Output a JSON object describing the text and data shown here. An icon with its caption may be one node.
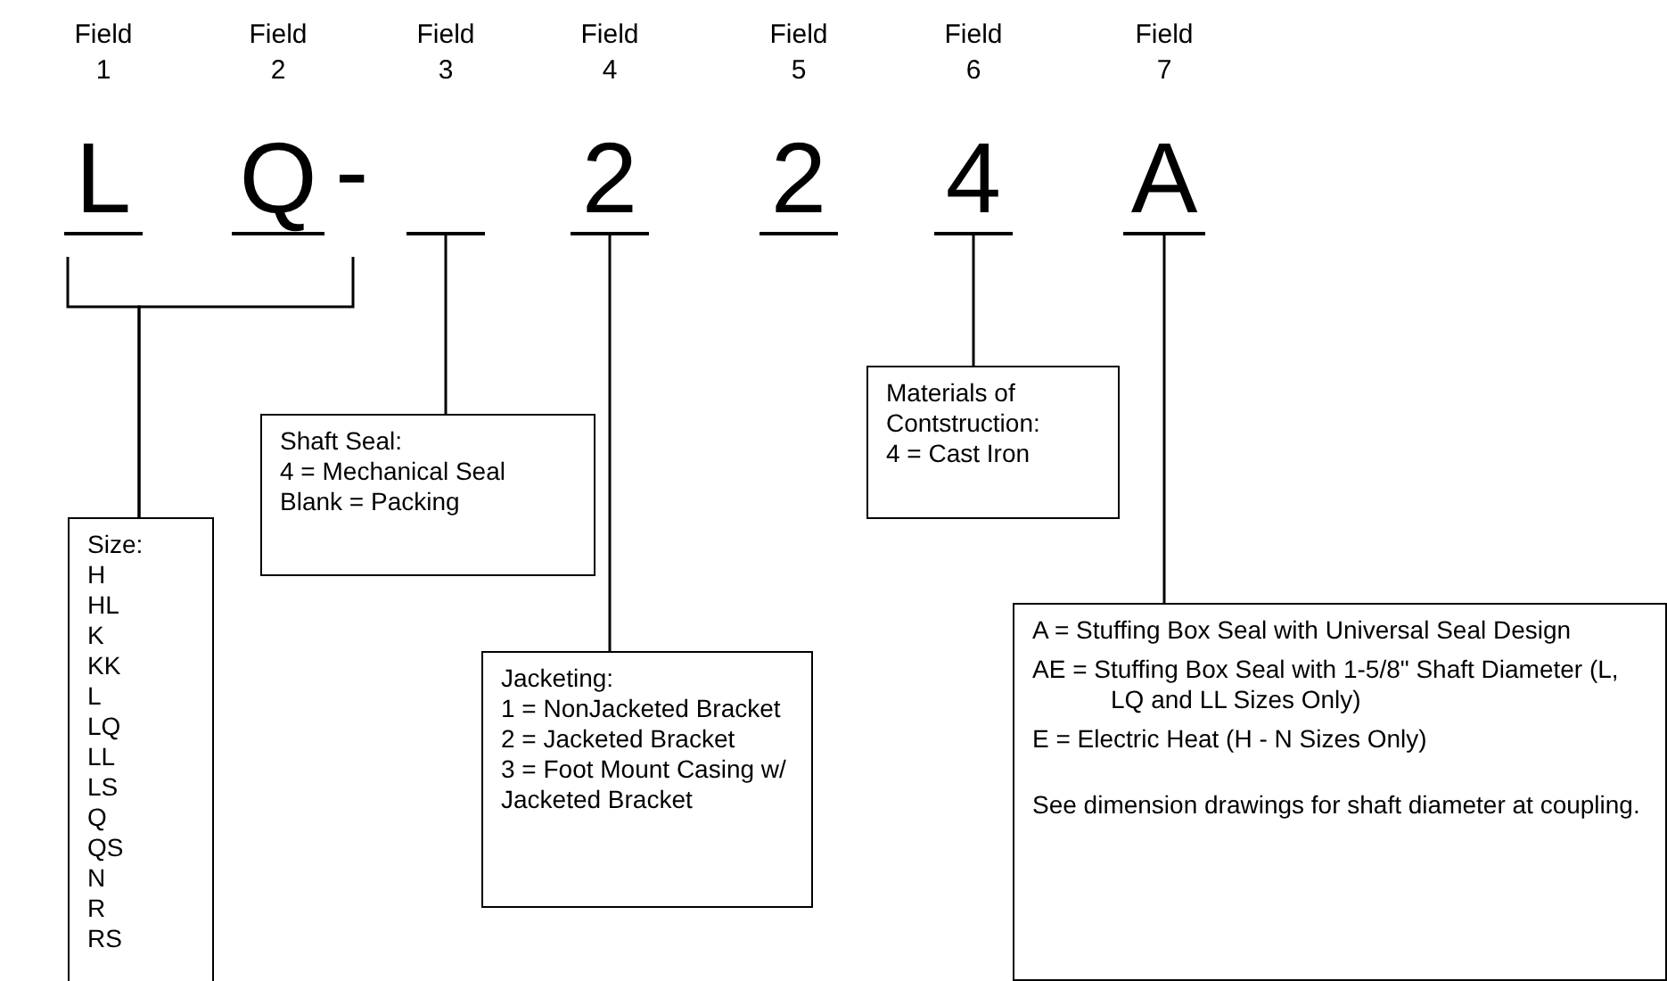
{
  "diagram": {
    "nodes": [
      {
        "text": [
          "Field 1",
          "L"
        ]
      },
      {
        "text": [
          "Field 2",
          "Q"
        ]
      },
      {
        "text": [
          "Field 3"
        ]
      },
      {
        "text": [
          "Field 4",
          "2"
        ]
      },
      {
        "text": [
          "Field 5",
          "2"
        ]
      },
      {
        "text": [
          "Field 6",
          "4"
        ]
      },
      {
        "text": [
          "Field 7",
          "A"
        ]
      },
      {
        "text": [
          "Size:",
          "H",
          "HL",
          "K",
          "KK",
          "L",
          "LQ",
          "LL",
          "LS",
          "Q",
          "QS",
          "N",
          "R",
          "RS"
        ]
      },
      {
        "text": [
          "Shaft Seal:",
          "4 = Mechanical Seal",
          "Blank = Packing"
        ]
      },
      {
        "text": [
          "Materials of Contstruction:",
          "4 = Cast Iron"
        ]
      },
      {
        "text": [
          "Jacketing:",
          "1 = NonJacketed Bracket",
          "2 = Jacketed Bracket",
          "3 = Foot Mount Casing w/ Jacketed Bracket"
        ]
      },
      {
        "text": [
          "A = Stuffing Box Seal with Universal Seal Design",
          "AE = Stuffing Box Seal with 1-5/8\" Shaft Diameter (L, LQ and LL Sizes Only)",
          "E = Electric Heat (H - N Sizes Only)",
          "See dimension drawings for shaft diameter at coupling."
        ]
      }
    ],
    "edges": [
      {
        "from": 0,
        "to": 7,
        "arrow": "none"
      },
      {
        "from": 1,
        "to": 7,
        "arrow": "none"
      },
      {
        "from": 2,
        "to": 8,
        "arrow": "none"
      },
      {
        "from": 3,
        "to": 10,
        "arrow": "none"
      },
      {
        "from": 5,
        "to": 9,
        "arrow": "none"
      },
      {
        "from": 6,
        "to": 11,
        "arrow": "none"
      }
    ],
    "labels": [
      "-"
    ]
  }
}
